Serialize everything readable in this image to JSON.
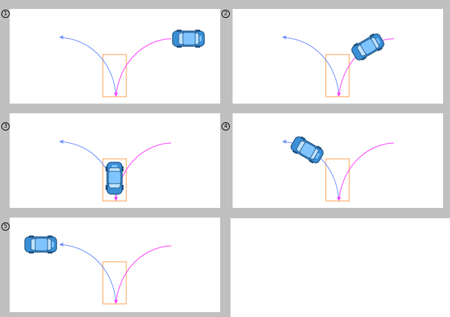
{
  "panels": [
    {
      "label": "1",
      "step": "approach-from-right"
    },
    {
      "label": "2",
      "step": "turn-into-slot"
    },
    {
      "label": "3",
      "step": "parked-in-slot"
    },
    {
      "label": "4",
      "step": "back-out-left"
    },
    {
      "label": "5",
      "step": "drive-away-left"
    }
  ],
  "colors": {
    "background": "#c0c0c0",
    "panel": "#ffffff",
    "entry_path": "#ff33ff",
    "exit_path": "#6688ff",
    "parking_slot": "#ff9944",
    "car_body": "#3a8fd6",
    "car_outline": "#1d4f7d"
  }
}
